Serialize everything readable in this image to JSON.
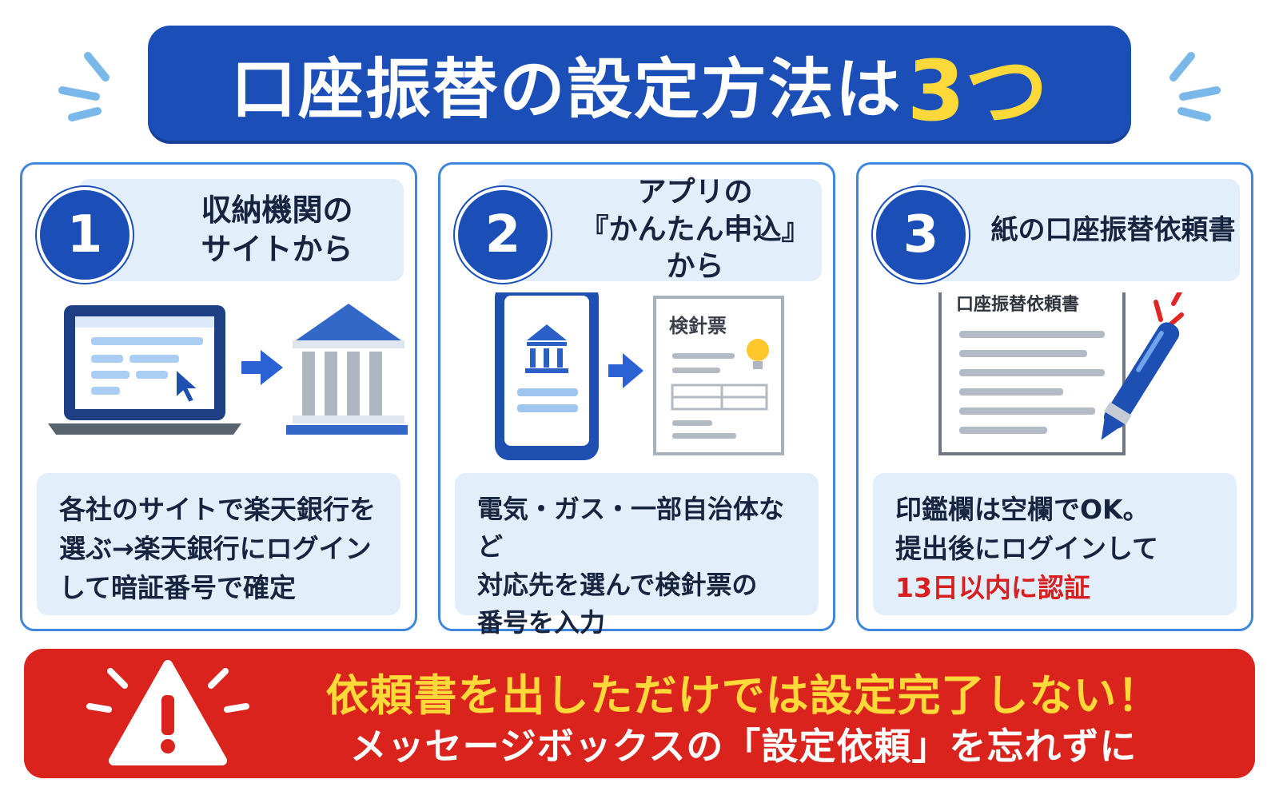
{
  "title": {
    "main": "口座振替の設定方法は",
    "accent": "3つ"
  },
  "colors": {
    "primary": "#1b4fb7",
    "accent_yellow": "#ffd83a",
    "warning_red": "#d9231c",
    "card_border": "#3f86de",
    "panel_bg": "#e3eefb"
  },
  "cards": [
    {
      "number": "1",
      "title_lines": [
        "収納機関の",
        "サイトから"
      ],
      "illustration": [
        "laptop-icon",
        "arrow-right-icon",
        "bank-icon"
      ],
      "desc_lines": [
        "各社のサイトで楽天銀行を",
        "選ぶ→楽天銀行にログイン",
        "して暗証番号で確定"
      ]
    },
    {
      "number": "2",
      "title_lines": [
        "アプリの",
        "『かんたん申込』から"
      ],
      "illustration": [
        "smartphone-icon",
        "arrow-right-icon",
        "meter-slip-icon"
      ],
      "slip_label": "検針票",
      "desc_lines": [
        "電気・ガス・一部自治体など",
        "対応先を選んで検針票の",
        "番号を入力"
      ]
    },
    {
      "number": "3",
      "title_lines": [
        "紙の口座振替依頼書"
      ],
      "illustration": [
        "form-document-icon",
        "pen-icon"
      ],
      "form_label": "口座振替依頼書",
      "desc_lines": [
        "印鑑欄は空欄でOK。",
        "提出後にログインして"
      ],
      "desc_emphasis": "13日以内に認証"
    }
  ],
  "warning": {
    "line1": "依頼書を出しただけでは設定完了しない！",
    "line2": "メッセージボックスの「設定依頼」を忘れずに",
    "icon": "warning-triangle-icon"
  }
}
